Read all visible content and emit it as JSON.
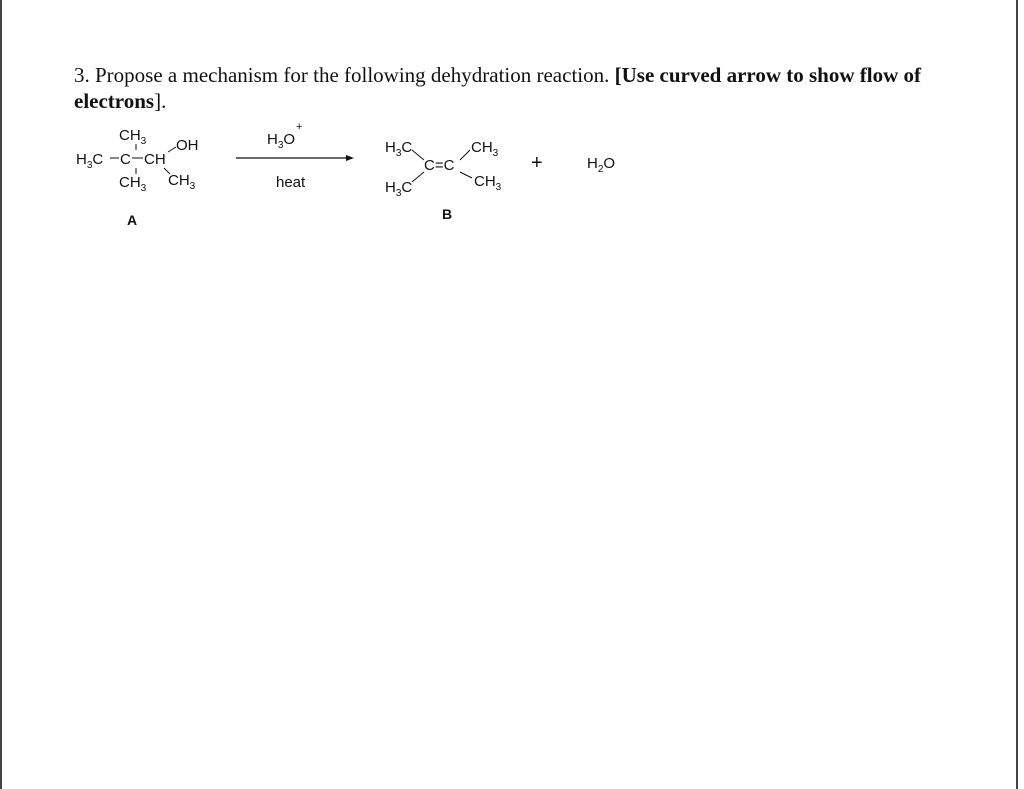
{
  "question": {
    "number": "3.",
    "text": "Propose a mechanism for the following dehydration reaction.",
    "bold_note": "[Use curved arrow to show flow of electrons",
    "closing": "]."
  },
  "reaction": {
    "reactant": {
      "top_group": "CH3",
      "oh": "OH",
      "main_left": "H3C",
      "main_c": "C",
      "main_ch": "CH",
      "bottom_left": "CH3",
      "bottom_right": "CH3",
      "label": "A"
    },
    "conditions": {
      "reagent_base": "H3O",
      "reagent_charge": "+",
      "below": "heat"
    },
    "product": {
      "top_left": "H3C",
      "top_right": "CH3",
      "double_bond": "C=C",
      "bottom_left": "H3C",
      "bottom_right": "CH3",
      "label": "B"
    },
    "plus": "+",
    "byproduct": "H2O"
  }
}
